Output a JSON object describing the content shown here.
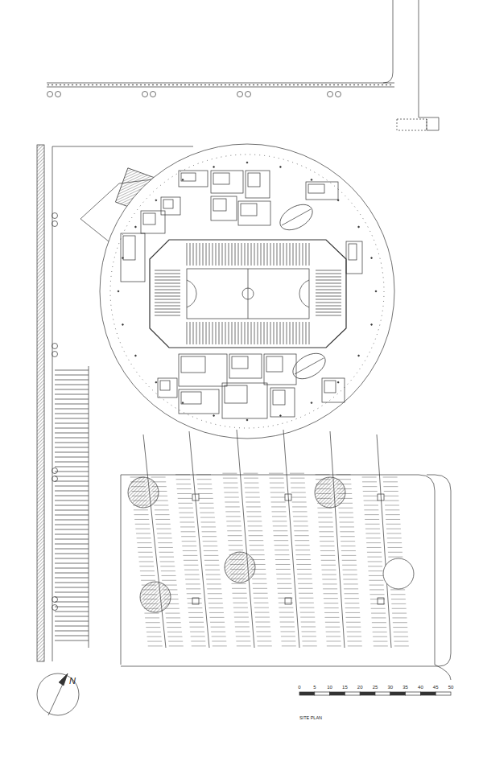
{
  "diagram": {
    "labels": [
      "N",
      "0",
      "5",
      "10",
      "15",
      "20",
      "25",
      "30",
      "35",
      "40",
      "45",
      "50",
      "SITE PLAN"
    ]
  }
}
